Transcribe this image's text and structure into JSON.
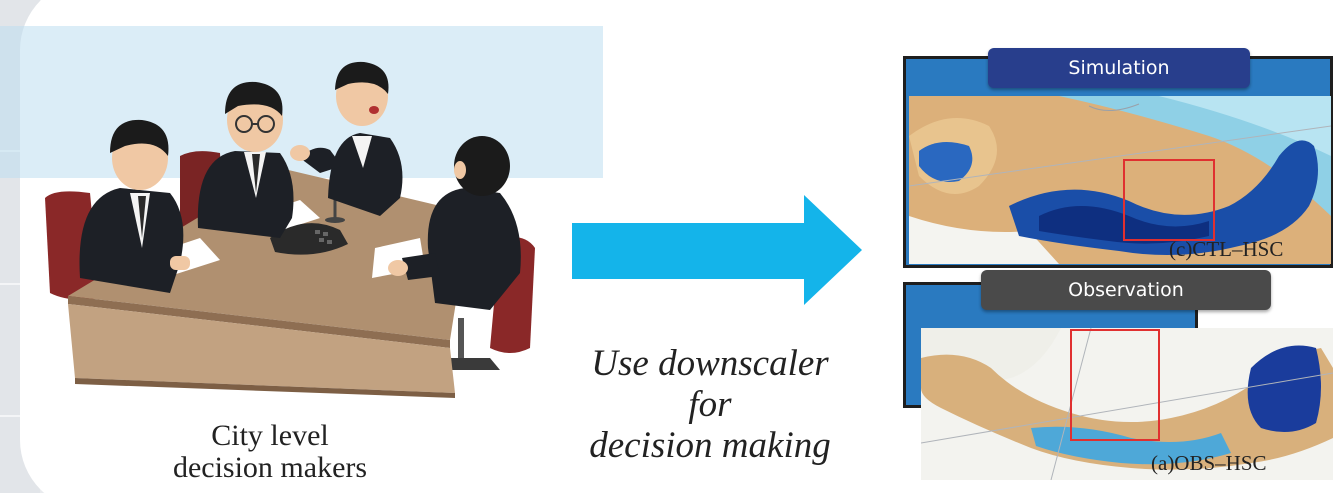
{
  "left_caption": {
    "line1": "City level",
    "line2": "decision makers"
  },
  "middle_caption": {
    "line1": "Use downscaler",
    "line2": "for",
    "line3": "decision making"
  },
  "maps": [
    {
      "badge": "Simulation",
      "badge_color": "#283e8c",
      "tag": "(c)CTL–HSC"
    },
    {
      "badge": "Observation",
      "badge_color": "#4a4a4a",
      "tag": "(a)OBS–HSC"
    }
  ],
  "colors": {
    "arrow": "#14b4ea",
    "panel": "#ffffff",
    "highlight_box": "#e03030"
  }
}
